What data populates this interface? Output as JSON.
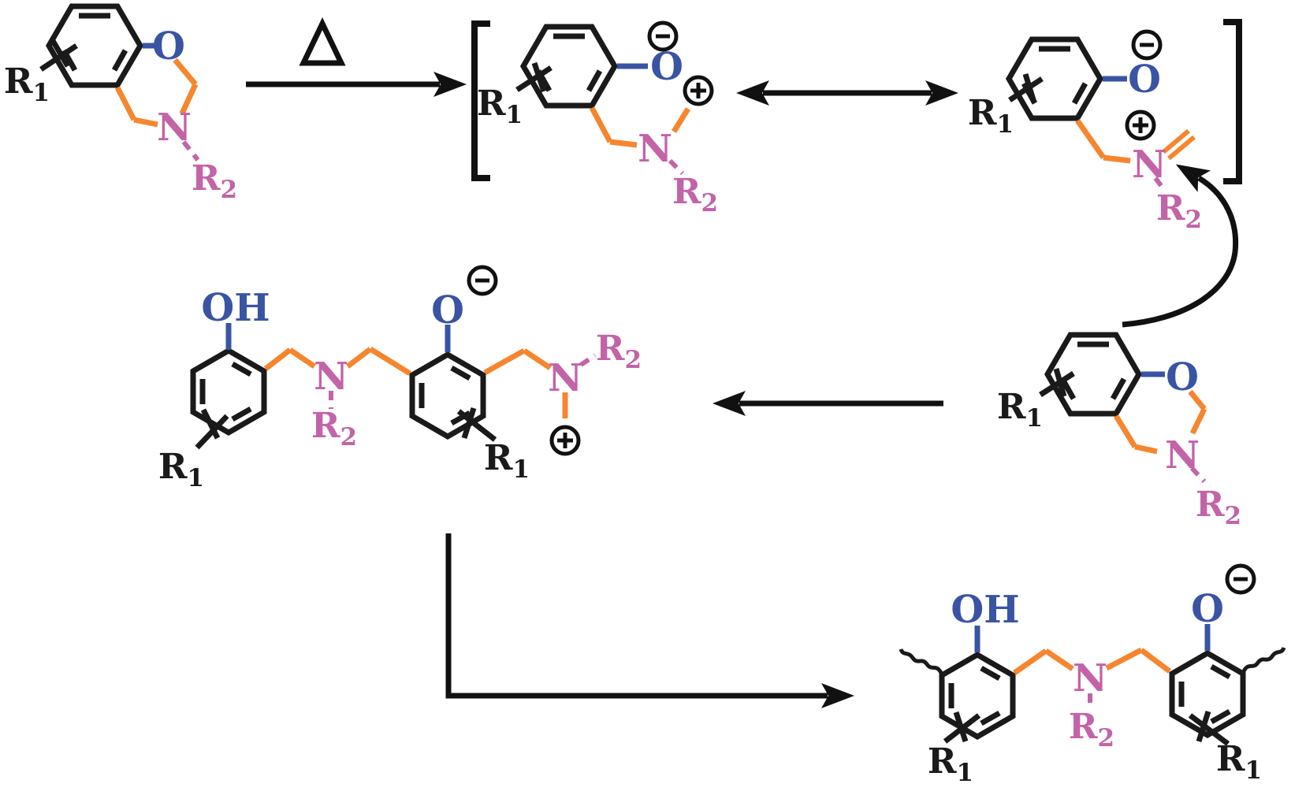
{
  "figure": {
    "kind": "chemical-reaction-mechanism",
    "description": "Thermal ring-opening of a 1,3-benzoxazine to bracketed zwitterion/iminium resonance intermediates, attack by a second benzoxazine monomer, and propagation to a phenolic Mannich-bridge polymer"
  },
  "labels": {
    "r": "R",
    "sub1": "1",
    "sub2": "2",
    "oxygen": "O",
    "nitrogen": "N",
    "hydroxyl": "OH"
  },
  "icons": {
    "heat_delta": "Δ",
    "minus_charge": "⊖",
    "plus_charge": "⊕",
    "resonance_arrow": "↔",
    "reaction_arrow": "→",
    "curved_attack_arrow": "↷",
    "polymer_continuation": "~"
  },
  "colors": {
    "bond_black": "#1a1a1a",
    "oxygen_blue": "#3a54a4",
    "methylene_orange": "#f5862f",
    "nitrogen_magenta": "#c363a8",
    "background": "#ffffff"
  },
  "structures": [
    {
      "name": "benzoxazine-reactant",
      "visible_labels": [
        "R1",
        "O",
        "N",
        "R2"
      ],
      "charges": []
    },
    {
      "name": "ring-opened-zwitterion",
      "visible_labels": [
        "R1",
        "O",
        "N",
        "R2"
      ],
      "charges": [
        "minus",
        "plus"
      ]
    },
    {
      "name": "iminium-resonance-form",
      "visible_labels": [
        "R1",
        "O",
        "N",
        "R2"
      ],
      "charges": [
        "minus",
        "plus"
      ]
    },
    {
      "name": "dimer-zwitterion-intermediate",
      "visible_labels": [
        "OH",
        "R1",
        "N",
        "R2",
        "O",
        "R1",
        "N",
        "R2"
      ],
      "charges": [
        "minus",
        "plus"
      ]
    },
    {
      "name": "benzoxazine-monomer",
      "visible_labels": [
        "R1",
        "O",
        "N",
        "R2"
      ],
      "charges": []
    },
    {
      "name": "polymer-product",
      "visible_labels": [
        "OH",
        "R1",
        "N",
        "R2",
        "O",
        "R1"
      ],
      "charges": [
        "minus"
      ]
    }
  ]
}
